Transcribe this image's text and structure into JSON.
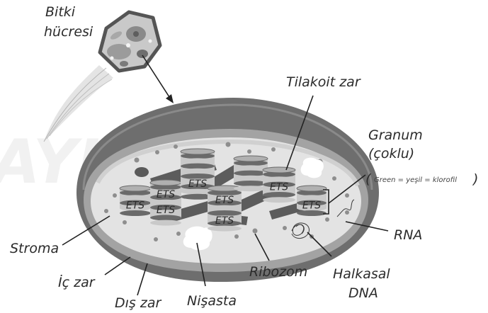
{
  "colors": {
    "outer_membrane": "#6e6e6e",
    "inner_membrane": "#9a9a9a",
    "stroma": "#e4e4e4",
    "granum_light": "#c9c9c9",
    "granum_dark": "#6a6a6a",
    "ribosome": "#8c8c8c",
    "starch": "#ffffff",
    "cell_border": "#5a5a5a",
    "cell_fill": "#c8c8c8"
  },
  "labels": {
    "cell_line1": "Bitki",
    "cell_line2": "hücresi",
    "thylakoid": "Tilakoit zar",
    "granum": "Granum",
    "granum_plural": "(çoklu)",
    "green_note": "Green = yeşil = klorofil",
    "rna": "RNA",
    "stroma": "Stroma",
    "inner_membrane": "İç zar",
    "outer_membrane": "Dış zar",
    "starch": "Nişasta",
    "ribosome": "Ribozom",
    "circular_line1": "Halkasal",
    "circular_line2": "DNA",
    "ets": "ETS"
  },
  "watermark": "AYINLARI"
}
